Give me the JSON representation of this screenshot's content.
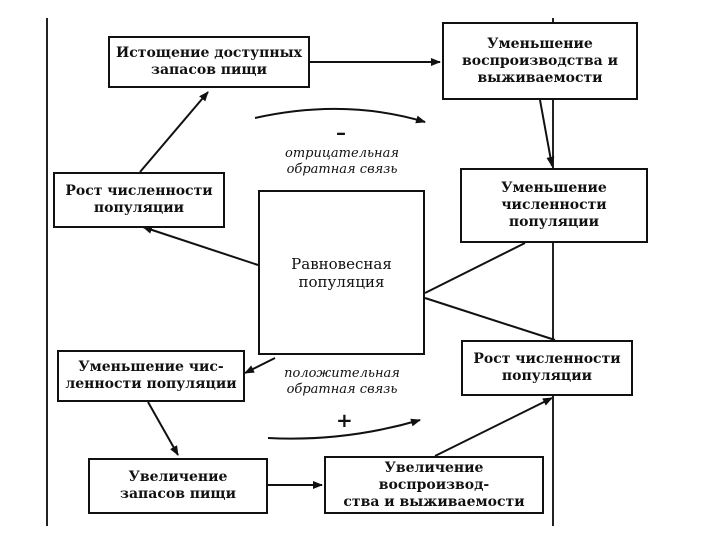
{
  "diagram": {
    "nodes": {
      "depletion": "Истощение доступных\nзапасов пищи",
      "reduced_repro_top": "Уменьшение\nвоспроизводства и\nвыживаемости",
      "growth_left": "Рост численности\nпопуляции",
      "decrease_right": "Уменьшение\nчисленности\nпопуляции",
      "equilibrium": "Равновесная\nпопуляция",
      "decrease_left": "Уменьшение чис-\nленности популяции",
      "growth_right": "Рост численности\nпопуляции",
      "food_increase": "Увеличение\nзапасов пищи",
      "repro_increase": "Увеличение воспроизвод-\nства и выживаемости"
    },
    "labels": {
      "negative_feedback": "отрицательная\nобратная связь",
      "positive_feedback": "положительная\nобратная связь",
      "minus_sign": "–",
      "plus_sign": "+"
    },
    "stroke_color": "#111111"
  }
}
